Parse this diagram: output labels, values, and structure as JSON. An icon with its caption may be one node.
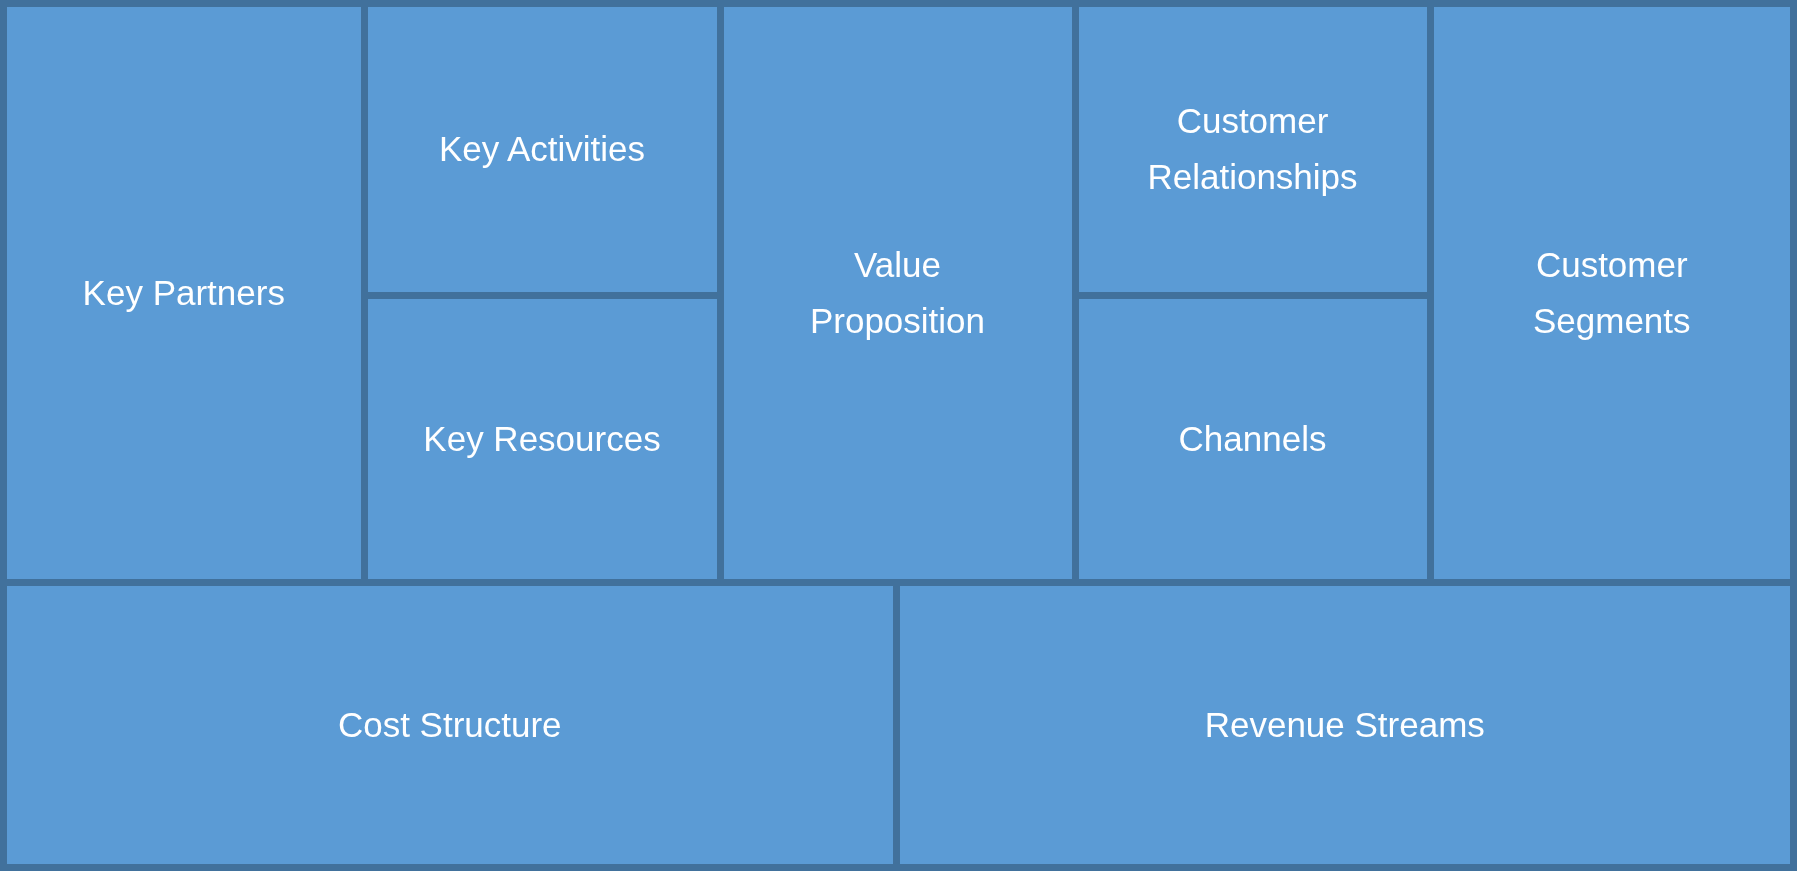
{
  "diagram": {
    "nodes": [
      {
        "text": [
          "Key Partners"
        ]
      },
      {
        "text": [
          "Key Activities"
        ]
      },
      {
        "text": [
          "Key Resources"
        ]
      },
      {
        "text": [
          "Value Proposition"
        ]
      },
      {
        "text": [
          "Customer Relationships"
        ]
      },
      {
        "text": [
          "Channels"
        ]
      },
      {
        "text": [
          "Customer Segments"
        ]
      },
      {
        "text": [
          "Cost Structure"
        ]
      },
      {
        "text": [
          "Revenue Streams"
        ]
      }
    ]
  }
}
